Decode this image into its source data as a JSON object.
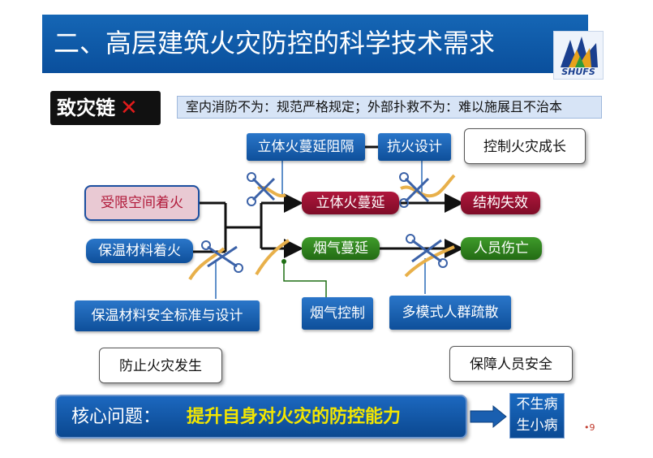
{
  "title": "二、高层建筑火灾防控的科学技术需求",
  "logo_text": "SHUFS",
  "chain_label": "致灾链",
  "chain_mark": "✕",
  "note": "室内消防不为：规范严格规定；外部扑救不为：难以施展且不治本",
  "nodes": {
    "restricted_space_fire": "受限空间着火",
    "insulation_fire": "保温材料着火",
    "spread_3d": "立体火蔓延",
    "smoke_spread": "烟气蔓延",
    "structural_failure": "结构失效",
    "casualties": "人员伤亡"
  },
  "measures": {
    "spread_barrier": "立体火蔓延阻隔",
    "fire_resistant_design": "抗火设计",
    "insulation_standard": "保温材料安全标准与设计",
    "smoke_control": "烟气控制",
    "evacuation": "多模式人群疏散"
  },
  "goals": {
    "control_growth": "控制火灾成长",
    "prevent_fire": "防止火灾发生",
    "ensure_safety": "保障人员安全"
  },
  "core": {
    "label": "核心问题：",
    "value": "提升自身对火灾的防控能力"
  },
  "outcome": {
    "line1": "不生病",
    "line2": "生小病"
  },
  "page_number": "•9",
  "colors": {
    "title_bg": "#0a4f9c",
    "chain_red": "#b0163c",
    "chain_green": "#236b14",
    "highlight_yellow": "#f3e600"
  }
}
